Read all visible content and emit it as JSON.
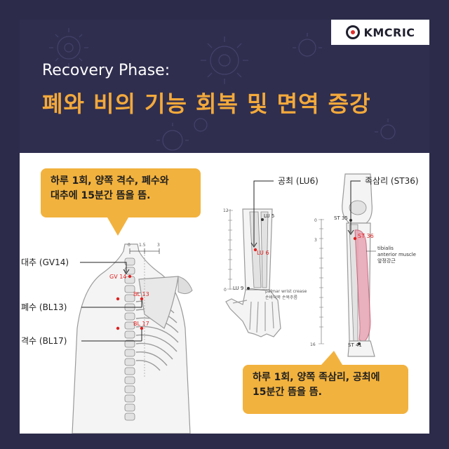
{
  "brand": {
    "name": "KMCRIC"
  },
  "header": {
    "phase": "Recovery Phase:",
    "title": "폐와 비의 기능 회복 및 면역 증강"
  },
  "bubbles": {
    "top_line1": "하루 1회, 양쪽 격수, 폐수와",
    "top_line2": "대추에 15분간 뜸을 뜸.",
    "bottom_line1": "하루 1회, 양쪽 족삼리, 공최에",
    "bottom_line2": "15분간 뜸을 뜸."
  },
  "back": {
    "label_gv14": "대추 (GV14)",
    "label_bl13": "폐수 (BL13)",
    "label_bl17": "격수 (BL17)",
    "scale_0": "0",
    "scale_15": "1.5",
    "scale_3": "3",
    "pt_gv14": "GV 14",
    "pt_bl13": "BL 13",
    "pt_bl17": "BL 17"
  },
  "arm": {
    "label": "공최 (LU6)",
    "pt_lu5": "LU 5",
    "pt_lu6": "LU 6",
    "pt_lu9": "LU 9",
    "crease_en": "palmar wrist crease",
    "crease_ko": "손바닥쪽 손목주름",
    "scale_12": "12",
    "scale_0": "0"
  },
  "leg": {
    "label": "족삼리 (ST36)",
    "pt_st35": "ST 35",
    "pt_st36": "ST 36",
    "pt_st41": "ST 41",
    "muscle_en1": "tibialis",
    "muscle_en2": "anterior muscle",
    "muscle_ko": "앞정강근",
    "scale_0": "0",
    "scale_3": "3",
    "scale_16": "16"
  },
  "colors": {
    "navy": "#2c2b4a",
    "accent": "#f3a93b",
    "bubble": "#f2b23e",
    "acupoint": "#e02020"
  }
}
